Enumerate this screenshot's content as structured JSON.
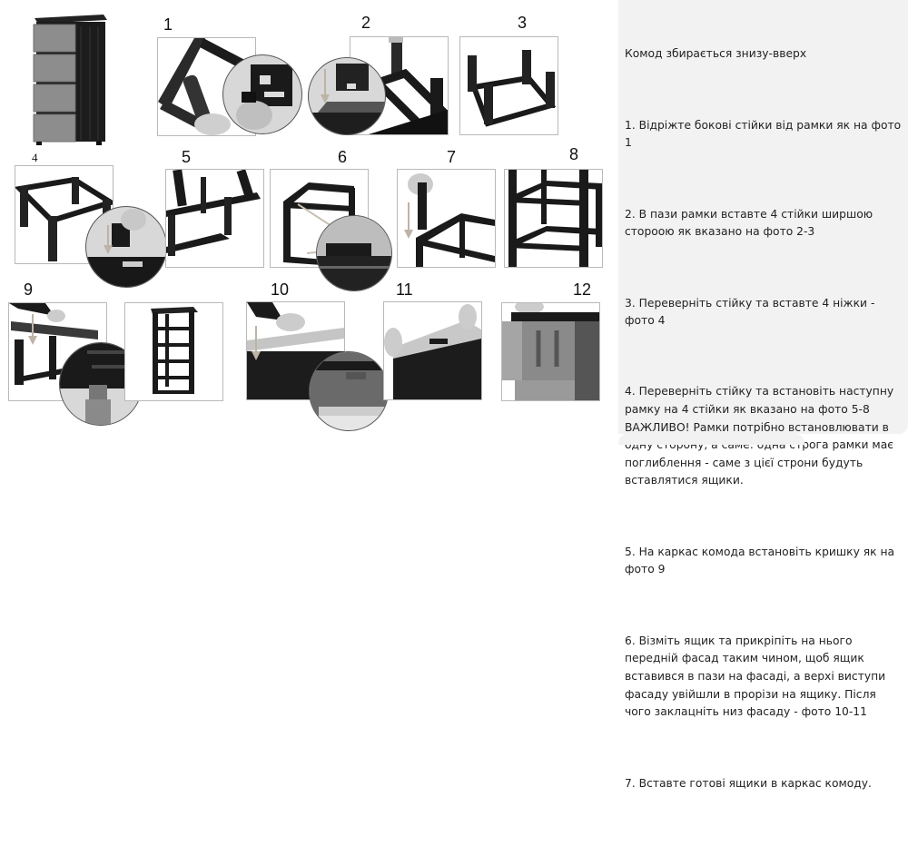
{
  "figure": {
    "product_label": "assembled-chest-of-drawers",
    "step_numbers": [
      "1",
      "2",
      "3",
      "4",
      "5",
      "6",
      "7",
      "8",
      "9",
      "10",
      "11",
      "12"
    ],
    "steps": [
      {
        "num": "1",
        "scene": "cutting side posts from frame, with close-up"
      },
      {
        "num": "2",
        "scene": "inserting post into frame slot, with close-up arrow"
      },
      {
        "num": "3",
        "scene": "frame with 4 posts inserted"
      },
      {
        "num": "4",
        "scene": "frame flipped, inserting 4 feet, with close-up"
      },
      {
        "num": "5",
        "scene": "placing next frame on posts"
      },
      {
        "num": "6",
        "scene": "frame orientation with arrows and close-up"
      },
      {
        "num": "7",
        "scene": "inserting posts into next frame, arrow"
      },
      {
        "num": "8",
        "scene": "stacked frames"
      },
      {
        "num": "9",
        "scene": "placing top cover, with close-up; assembled tall frame"
      },
      {
        "num": "10",
        "scene": "attaching front facade to drawer, with close-up"
      },
      {
        "num": "11",
        "scene": "snapping facade bottom"
      },
      {
        "num": "12",
        "scene": "inserting drawer into frame"
      }
    ],
    "colors": {
      "frame_black": "#1a1a1a",
      "drawer_grey": "#8a8a8a",
      "border": "#b9b9b9",
      "arrow": "#c9c0b4"
    }
  },
  "instructions": {
    "background": "#f2f2f2",
    "title": "Комод збирається знизу-вверх",
    "items": [
      "1. Відріжте бокові стійки від рамки як на фото 1",
      "2. В пази рамки вставте 4 стійки ширшою  стороою як вказано на фото 2-3",
      "3. Переверніть стійку та вставте 4 ніжки - фото 4",
      "4. Переверніть стійку та встановіть наступну рамку на 4 стійки як вказано на фото 5-8\nВАЖЛИВО! Рамки потрібно встановлювати в одну сторону, а саме: одна строга рамки має поглиблення - саме з цієї строни будуть вставлятися ящики.",
      "5. На каркас комода встановіть кришку як на фото 9",
      "6. Візміть ящик та прикріпіть на нього передній фасад таким чином, щоб ящик вставився в пази на фасаді, а верхі виступи фасаду увійшли в прорізи на ящику. Після чого заклацніть низ фасаду - фото 10-11",
      "7. Вставте готові ящики в каркас комоду."
    ]
  }
}
